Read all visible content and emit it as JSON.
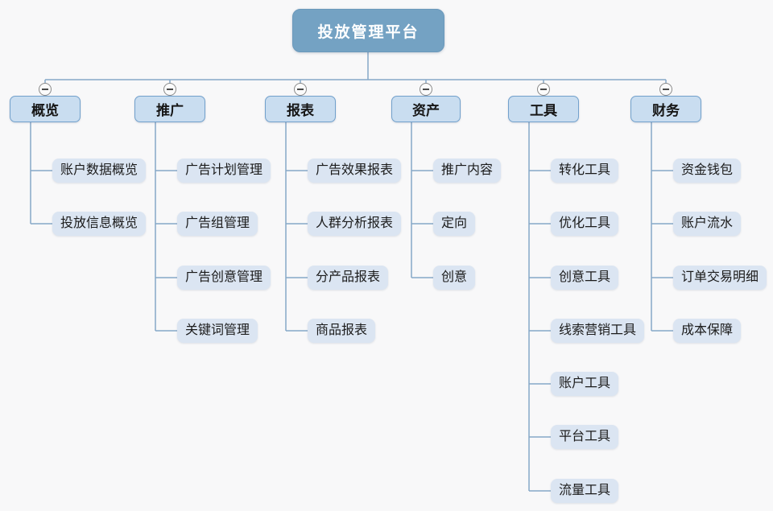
{
  "diagram": {
    "title": "投放管理平台",
    "root": {
      "label": "投放管理平台"
    },
    "branches": [
      {
        "label": "概览",
        "children": [
          "账户数据概览",
          "投放信息概览"
        ]
      },
      {
        "label": "推广",
        "children": [
          "广告计划管理",
          "广告组管理",
          "广告创意管理",
          "关键词管理"
        ]
      },
      {
        "label": "报表",
        "children": [
          "广告效果报表",
          "人群分析报表",
          "分产品报表",
          "商品报表"
        ]
      },
      {
        "label": "资产",
        "children": [
          "推广内容",
          "定向",
          "创意"
        ]
      },
      {
        "label": "工具",
        "children": [
          "转化工具",
          "优化工具",
          "创意工具",
          "线索营销工具",
          "账户工具",
          "平台工具",
          "流量工具"
        ]
      },
      {
        "label": "财务",
        "children": [
          "资金钱包",
          "账户流水",
          "订单交易明细",
          "成本保障"
        ]
      }
    ],
    "icons": {
      "collapse_toggle": "minus-circle-icon"
    },
    "colors": {
      "background": "#f8f8f9",
      "root_fill": "#74a2c3",
      "root_text": "#ffffff",
      "branch_fill": "#c9ddf0",
      "branch_border": "#72a1cc",
      "leaf_fill": "#dbe5f2",
      "connector": "#86a8c8",
      "node_text": "#1b1b1b"
    }
  }
}
